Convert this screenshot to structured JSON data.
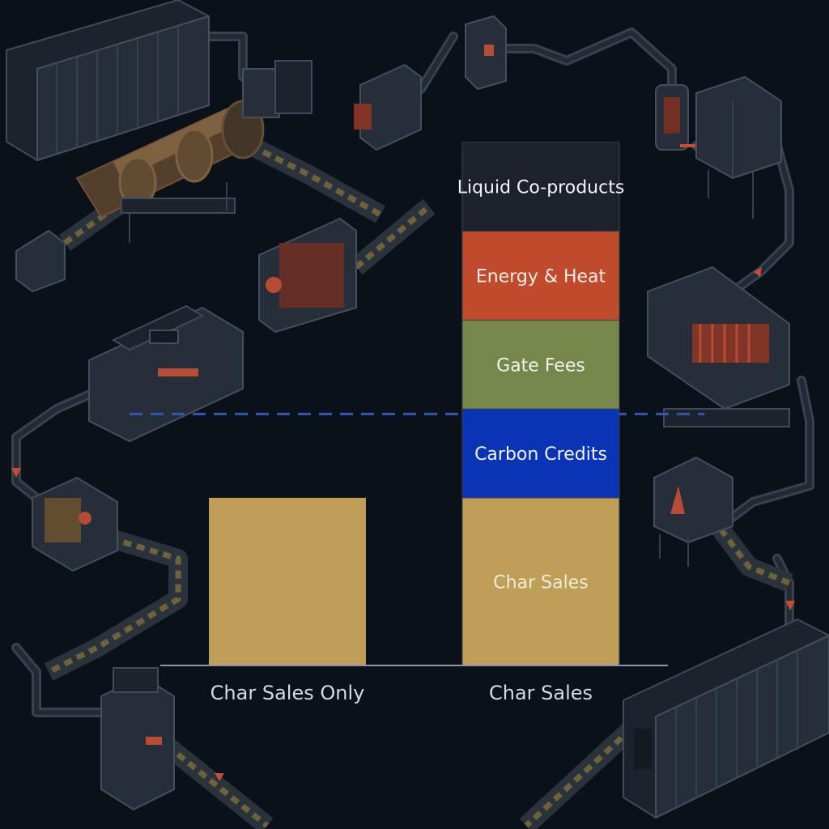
{
  "chart_data": {
    "type": "bar",
    "stacked": true,
    "categories": [
      "Char Sales Only",
      "Char Sales"
    ],
    "series": [
      {
        "name": "Char Sales",
        "values": [
          1,
          1
        ],
        "color": "#bf9e57",
        "label_color": "#f3ecd8"
      },
      {
        "name": "Carbon Credits",
        "values": [
          0,
          0.53
        ],
        "color": "#0a34b5",
        "label_color": "#f2f4ff"
      },
      {
        "name": "Gate Fees",
        "values": [
          0,
          0.53
        ],
        "color": "#76874c",
        "label_color": "#f2f2ea"
      },
      {
        "name": "Energy & Heat",
        "values": [
          0,
          0.53
        ],
        "color": "#c04a2c",
        "label_color": "#fbece6"
      },
      {
        "name": "Liquid Co-products",
        "values": [
          0,
          0.53
        ],
        "color": "#1d212c",
        "label_color": "#f4f4f4"
      }
    ],
    "reference_line": {
      "value": 1.5,
      "style": "dashed",
      "color": "#2f57b3"
    },
    "ylim": [
      0,
      3.1
    ],
    "axis_color": "#8f96a3",
    "category_label_color": "#d6d9de",
    "title": "",
    "xlabel": "",
    "ylabel": "",
    "grid": false,
    "legend": "none"
  },
  "background": {
    "color": "#0b1119",
    "icons": [
      "shipping-container-icon",
      "rotary-kiln-icon",
      "hopper-icon",
      "pyrolysis-reactor-icon",
      "heat-exchanger-icon",
      "cyclone-separator-icon",
      "baghouse-filter-icon",
      "conveyor-belt-icon",
      "pipe-icon",
      "flow-arrow-icon"
    ]
  }
}
